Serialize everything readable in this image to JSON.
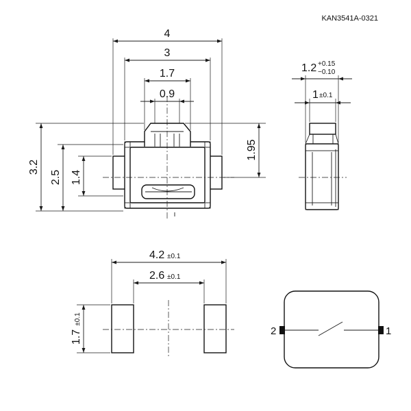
{
  "drawing_code": "KAN3541A-0321",
  "top_view": {
    "width_overall": "4",
    "width_body": "3",
    "width_actuator_outer": "1.7",
    "width_actuator_inner": "0.9",
    "height_overall": "3.2",
    "height_body": "2.5",
    "height_terminal": "1.4",
    "height_center": "1.95"
  },
  "side_view": {
    "height_main": "1.2",
    "height_tol_plus": "+0.15",
    "height_tol_minus": "−0.10",
    "height_base": "1",
    "height_base_tol": "±0.1"
  },
  "land_pattern": {
    "width_outer": "4.2",
    "width_outer_tol": "±0.1",
    "width_inner": "2.6",
    "width_inner_tol": "±0.1",
    "pad_height": "1.7",
    "pad_height_tol": "±0.1"
  },
  "circuit": {
    "pin_left": "2",
    "pin_right": "1"
  }
}
